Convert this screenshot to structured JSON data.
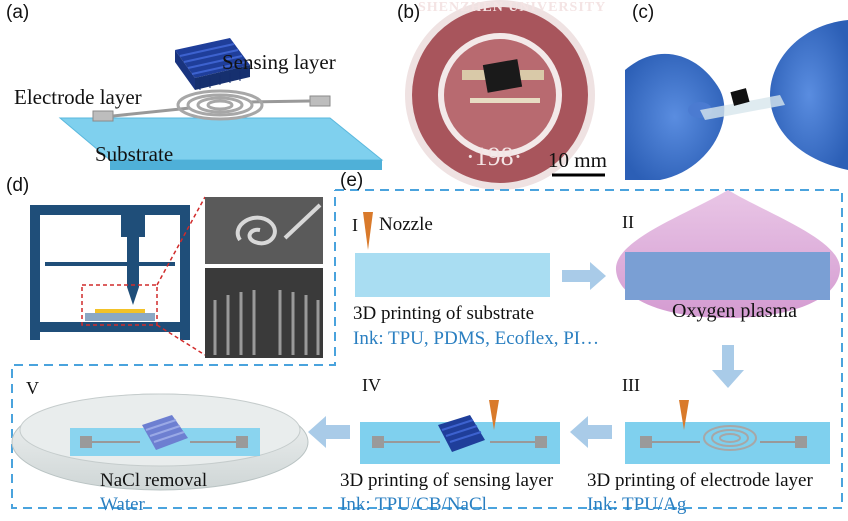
{
  "panels": {
    "a": {
      "label": "(a)",
      "sensing_layer": "Sensing layer",
      "electrode_layer": "Electrode layer",
      "substrate": "Substrate"
    },
    "b": {
      "label": "(b)",
      "seal_text": "SHENZHEN UNIVERSITY",
      "seal_year": "·198·",
      "scale_bar": "10 mm"
    },
    "c": {
      "label": "(c)"
    },
    "d": {
      "label": "(d)"
    },
    "e": {
      "label": "(e)",
      "steps": [
        {
          "numeral": "I",
          "tool": "Nozzle",
          "title": "3D printing of substrate",
          "ink": "Ink: TPU, PDMS, Ecoflex, PI…"
        },
        {
          "numeral": "II",
          "title": "Oxygen plasma"
        },
        {
          "numeral": "III",
          "title": "3D printing of electrode layer",
          "ink": "Ink: TPU/Ag"
        },
        {
          "numeral": "IV",
          "title": "3D printing of sensing layer",
          "ink": "Ink: TPU/CB/NaCl"
        },
        {
          "numeral": "V",
          "title": "NaCl removal",
          "ink": "Water"
        }
      ]
    }
  },
  "colors": {
    "substrate": "#7fd0ee",
    "dashed_frame": "#4aa3dd",
    "arrow": "#a9cbe8",
    "ink_text": "#2a7fc1",
    "printer": "#1f4e79",
    "seal": "#a8555c"
  }
}
